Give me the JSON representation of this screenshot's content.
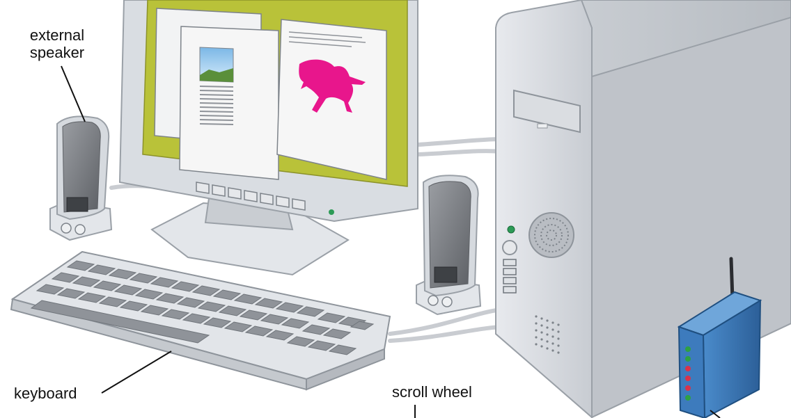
{
  "labels": {
    "external_speaker": "external\nspeaker",
    "keyboard": "keyboard",
    "scroll_wheel": "scroll wheel"
  },
  "colors": {
    "monitor_bezel": "#d9dde2",
    "screen_wallpaper": "#b9c239",
    "horse_magenta": "#e8168c",
    "tower_body": "#d6dadf",
    "speaker_grille": "#7b7e83",
    "router_blue": "#3a78b8",
    "led_green": "#2ea043",
    "led_red": "#d8324a"
  }
}
